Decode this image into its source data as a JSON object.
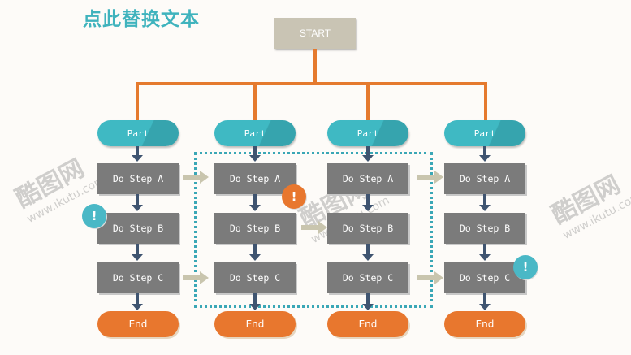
{
  "title": "点此替换文本",
  "start_label": "START",
  "columns": [
    {
      "part": "Part",
      "steps": [
        "Do Step A",
        "Do Step B",
        "Do Step C"
      ],
      "end": "End"
    },
    {
      "part": "Part",
      "steps": [
        "Do Step A",
        "Do Step B",
        "Do Step C"
      ],
      "end": "End"
    },
    {
      "part": "Part",
      "steps": [
        "Do Step A",
        "Do Step B",
        "Do Step C"
      ],
      "end": "End"
    },
    {
      "part": "Part",
      "steps": [
        "Do Step A",
        "Do Step B",
        "Do Step C"
      ],
      "end": "End"
    }
  ],
  "badges": [
    {
      "symbol": "!",
      "color": "teal"
    },
    {
      "symbol": "!",
      "color": "orange"
    },
    {
      "symbol": "!",
      "color": "teal"
    }
  ],
  "watermark": {
    "brand": "酷图网",
    "url": "www.ikutu.com"
  },
  "colors": {
    "title": "#3fb3bd",
    "start": "#c9c4b4",
    "connector": "#e57a2e",
    "part": "#3fb9c3",
    "step": "#7b7b7b",
    "end": "#e8772e",
    "arrow": "#3f5470",
    "dotted_frame": "#3aa7b6"
  }
}
